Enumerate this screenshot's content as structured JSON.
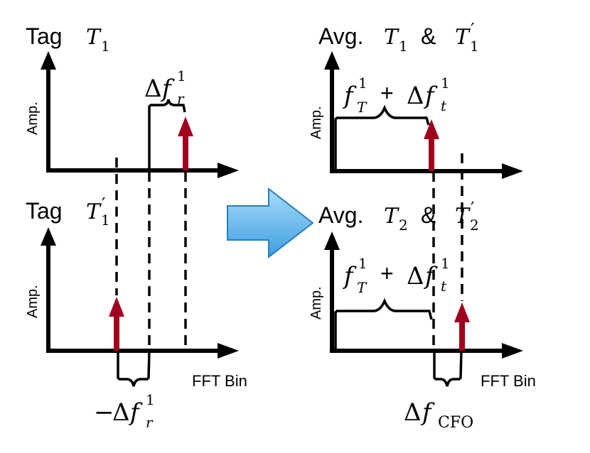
{
  "panels": {
    "top_left": {
      "tag": "Tag",
      "sym": "T",
      "sub": "1",
      "prime": "",
      "ylabel": "Amp."
    },
    "bottom_left": {
      "tag": "Tag",
      "sym": "T",
      "sub": "1",
      "prime": "′",
      "ylabel": "Amp.",
      "xlabel": "FFT Bin"
    },
    "top_right": {
      "prefix": "Avg.",
      "sym": "T",
      "sub": "1",
      "amp": "&",
      "sym2": "T",
      "sub2": "1",
      "prime2": "′",
      "ylabel": "Amp."
    },
    "bottom_right": {
      "prefix": "Avg.",
      "sym": "T",
      "sub": "2",
      "amp": "&",
      "sym2": "T",
      "sub2": "2",
      "prime2": "′",
      "ylabel": "Amp.",
      "xlabel": "FFT Bin"
    }
  },
  "annotations": {
    "delta_fr": {
      "delta": "Δ",
      "f": "f",
      "sub": "r",
      "sup": "1"
    },
    "neg_delta_fr": {
      "minus": "−",
      "delta": "Δ",
      "f": "f",
      "sub": "r",
      "sup": "1"
    },
    "ft_plus_dft": {
      "f": "f",
      "sub": "T",
      "sup": "1",
      "plus": "+",
      "delta": "Δ",
      "f2": "f",
      "sub2": "t",
      "sup2": "1"
    },
    "delta_fcfo": {
      "delta": "Δ",
      "f": "f",
      "sub": "CFO"
    }
  },
  "colors": {
    "arrow": "#a0001e",
    "big_arrow_fill": "#5fb8ee",
    "big_arrow_stroke": "#2a7fb8",
    "axis": "#000000"
  }
}
